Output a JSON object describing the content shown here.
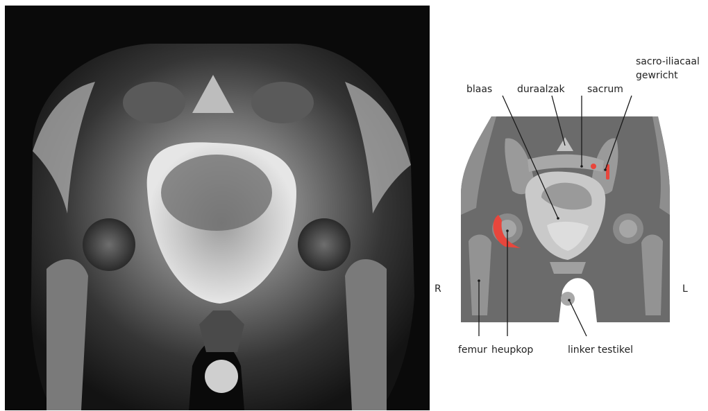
{
  "labels": {
    "blaas": "blaas",
    "duraalzak": "duraalzak",
    "sacrum": "sacrum",
    "sacro_line1": "sacro-iliacaal",
    "sacro_line2": "gewricht",
    "side_right": "R",
    "side_left": "L",
    "femur": "femur",
    "heupkop": "heupkop",
    "linker_testikel": "linker testikel"
  },
  "colors": {
    "background": "#ffffff",
    "mri_black": "#0a0a0a",
    "diagram_body": "#6b6b6b",
    "diagram_bone": "#9a9a9a",
    "diagram_soft": "#8a8a8a",
    "diagram_bladder": "#c9c9c9",
    "diagram_highlight": "#e8463c",
    "label_text": "#222222"
  }
}
